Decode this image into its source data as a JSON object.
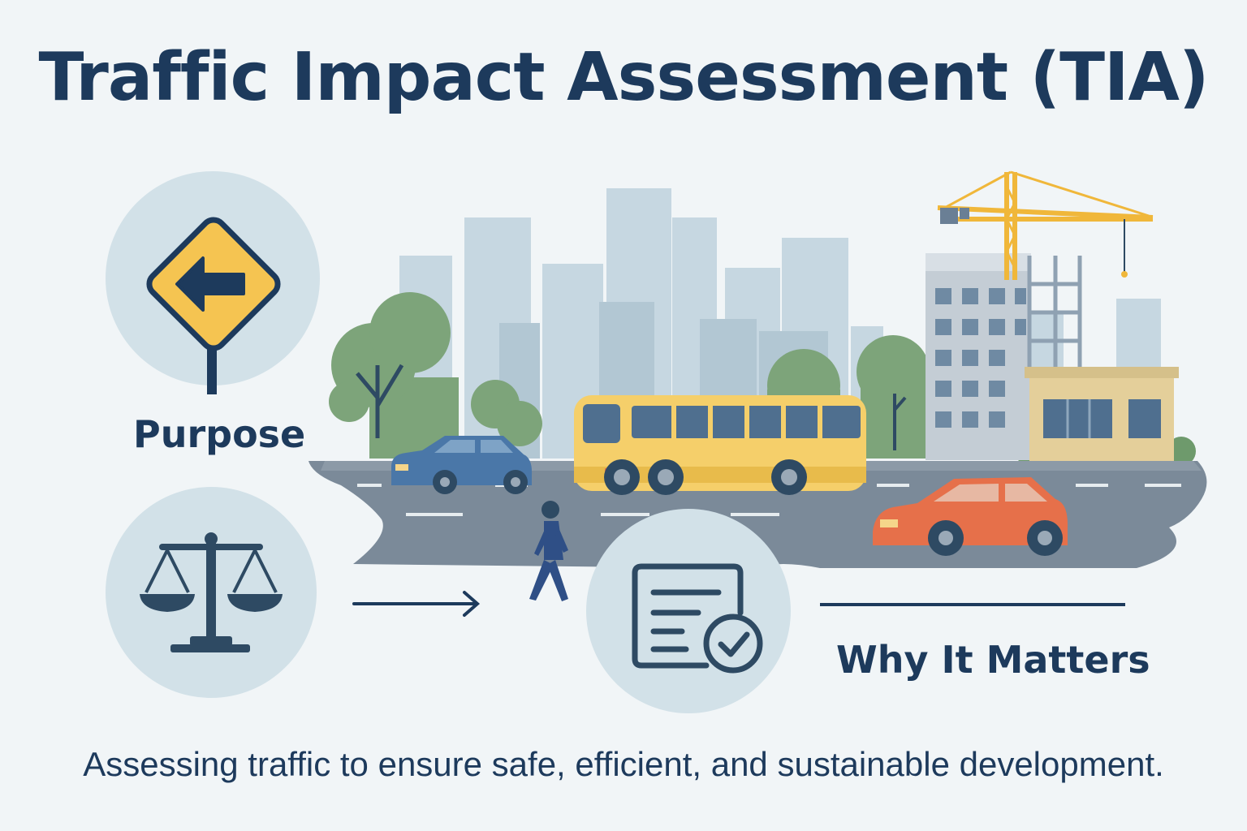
{
  "title": "Traffic Impact Assessment (TIA)",
  "labels": {
    "purpose": "Purpose",
    "why_it_matters": "Why It Matters"
  },
  "subtitle": "Assessing traffic to ensure safe, efficient, and sustainable development.",
  "icons": {
    "purpose": "left-arrow-road-sign-icon",
    "balance": "balance-scale-icon",
    "report": "document-check-icon"
  },
  "colors": {
    "navy": "#1d3a5c",
    "circle": "#d2e1e8",
    "sign": "#f5c451",
    "bus": "#f5cf6a",
    "car_blue": "#4a77a8",
    "car_orange": "#e6704a",
    "crane": "#f0b73a",
    "road": "#7b8a99"
  }
}
